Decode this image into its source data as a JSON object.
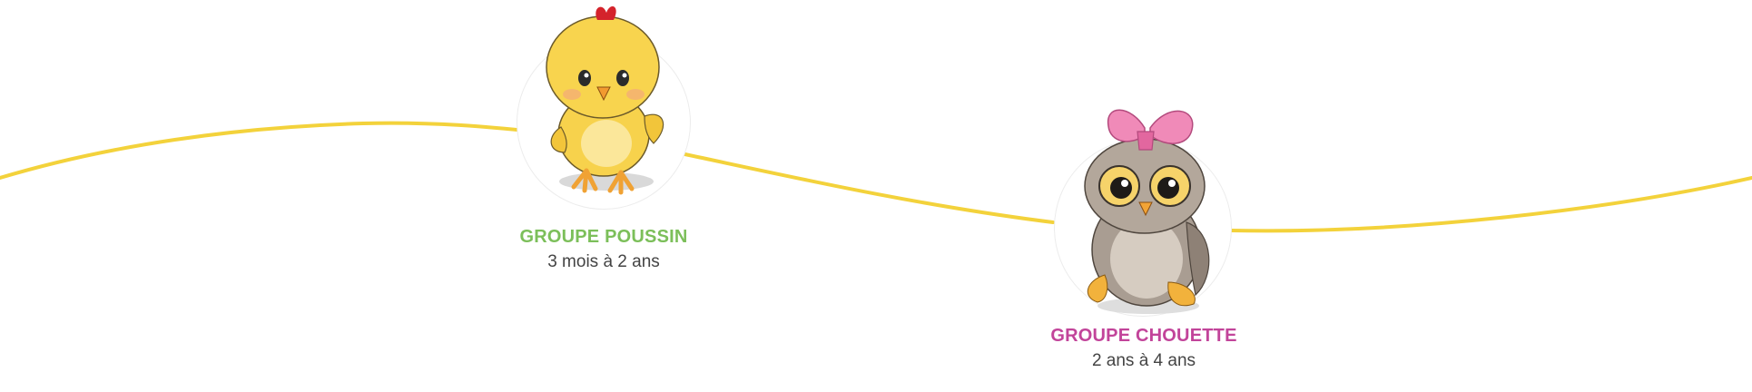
{
  "theme": {
    "wave_color": "#f3d23b",
    "poussin_title_color": "#7cbf5a",
    "chouette_title_color": "#c2449a",
    "age_text_color": "#444444"
  },
  "groups": [
    {
      "title": "GROUPE POUSSIN",
      "age": "3 mois à 2 ans",
      "mascot": "chick-illustration-icon"
    },
    {
      "title": "GROUPE CHOUETTE",
      "age": "2 ans à 4 ans",
      "mascot": "owl-illustration-icon"
    }
  ]
}
